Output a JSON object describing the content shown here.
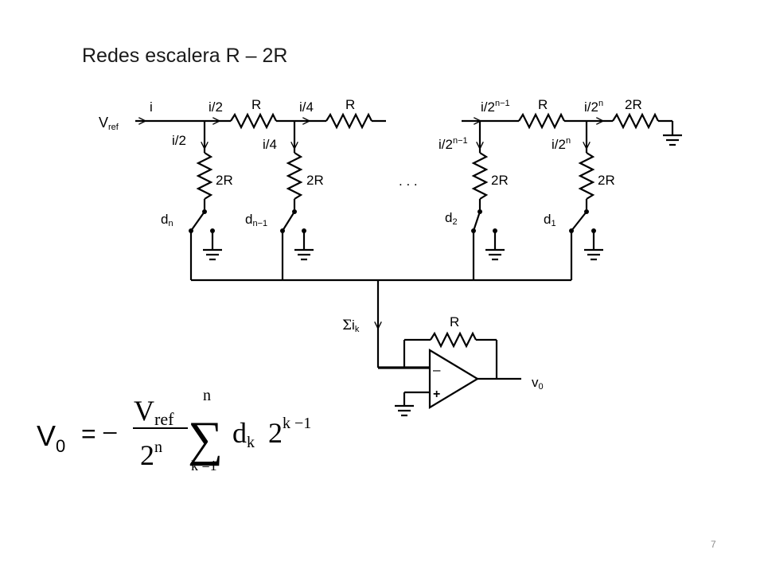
{
  "slide": {
    "title": "Redes escalera R – 2R",
    "page_number": "7"
  },
  "circuit": {
    "input_label_main": "V",
    "input_label_sub": "ref",
    "current_i": "i",
    "current_i2": "i/2",
    "current_i4": "i/4",
    "current_2n1_base": "i/2",
    "current_2n1_exp": "n−1",
    "current_2n_base": "i/2",
    "current_2n_exp": "n",
    "resistor_R": "R",
    "resistor_2R": "2R",
    "ellipsis": ". . .",
    "switch_dn_base": "d",
    "switch_dn_sub": "n",
    "switch_dn1_base": "d",
    "switch_dn1_sub": "n−1",
    "switch_d2_base": "d",
    "switch_d2_sub": "2",
    "switch_d1_base": "d",
    "switch_d1_sub": "1",
    "sum_symbol": "Σ",
    "sum_i": "i",
    "sum_k": "k",
    "feedback_R": "R",
    "opamp_minus": "–",
    "opamp_plus": "+",
    "output_base": "v",
    "output_sub": "0"
  },
  "equation": {
    "lhs_base": "V",
    "lhs_sub": "0",
    "equals": "=",
    "minus": "−",
    "numerator_base": "V",
    "numerator_sub": "ref",
    "denominator_base": "2",
    "denominator_exp": "n",
    "sigma": "∑",
    "sum_upper": "n",
    "sum_lower": "k =1",
    "term_base": "d",
    "term_sub": "k",
    "term_power_base": "2",
    "term_power_exp": "k −1"
  }
}
